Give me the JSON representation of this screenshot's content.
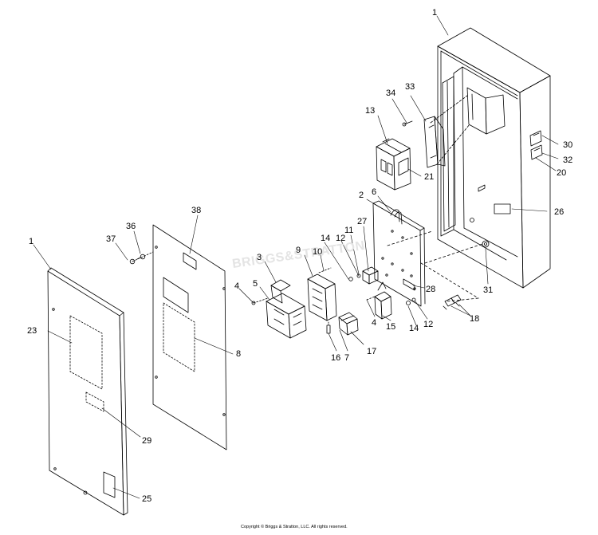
{
  "diagram": {
    "copyright": "Copyright © Briggs & Stratton, LLC. All rights reserved.",
    "watermark": "BRIGGS&STRATTON",
    "callouts": {
      "c1_top": "1",
      "c33": "33",
      "c34": "34",
      "c13": "13",
      "c21": "21",
      "c30": "30",
      "c32": "32",
      "c20": "20",
      "c2": "2",
      "c6": "6",
      "c26": "26",
      "c38": "38",
      "c36": "36",
      "c37": "37",
      "c1_left": "1",
      "c27": "27",
      "c11": "11",
      "c14a": "14",
      "c12a": "12",
      "c9": "9",
      "c10": "10",
      "c3": "3",
      "c5": "5",
      "c4a": "4",
      "c31": "31",
      "c28": "28",
      "c4b": "4",
      "c15": "15",
      "c12b": "12",
      "c14b": "14",
      "c18": "18",
      "c16": "16",
      "c7": "7",
      "c17": "17",
      "c23": "23",
      "c8": "8",
      "c29": "29",
      "c25": "25"
    }
  }
}
